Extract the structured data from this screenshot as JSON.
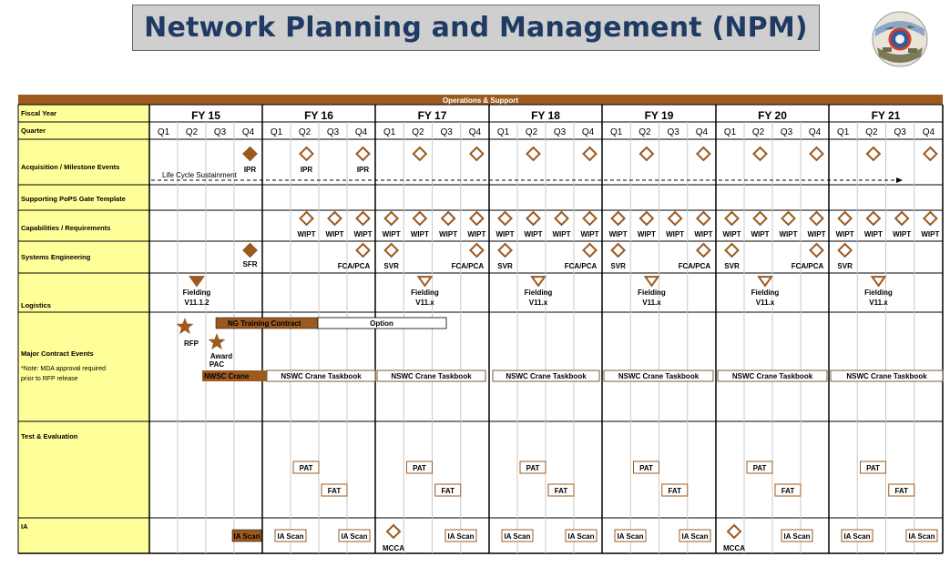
{
  "title": "Network Planning and Management (NPM)",
  "colors": {
    "brown": "#9c5a1f",
    "yellow": "#ffff99",
    "navy": "#1f3a63",
    "grid": "#c8c8c8"
  },
  "header_band": "Operations & Support",
  "row_labels": {
    "fiscal_year": "Fiscal Year",
    "quarter": "Quarter",
    "acquisition": "Acquisition / Milestone Events",
    "pops": "Supporting PoPS Gate Template",
    "capabilities": "Capabilities / Requirements",
    "systems_eng": "Systems Engineering",
    "logistics": "Logistics",
    "contract": "Major Contract Events",
    "contract_note": "*Note: MDA approval required prior to RFP release",
    "test_eval": "Test & Evaluation",
    "ia": "IA"
  },
  "fiscal_years": [
    "FY 15",
    "FY 16",
    "FY 17",
    "FY 18",
    "FY 19",
    "FY 20",
    "FY 21"
  ],
  "quarters": [
    "Q1",
    "Q2",
    "Q3",
    "Q4"
  ],
  "lifecycle_label": "Life  Cycle  Sustainment",
  "acquisition_events": [
    {
      "fy": 0,
      "q": 3,
      "label": "IPR",
      "filled": true
    },
    {
      "fy": 1,
      "q": 1,
      "label": "IPR",
      "filled": false
    },
    {
      "fy": 1,
      "q": 3,
      "label": "IPR",
      "filled": false
    },
    {
      "fy": 2,
      "q": 1,
      "label": "",
      "filled": false
    },
    {
      "fy": 2,
      "q": 3,
      "label": "",
      "filled": false
    },
    {
      "fy": 3,
      "q": 1,
      "label": "",
      "filled": false
    },
    {
      "fy": 3,
      "q": 3,
      "label": "",
      "filled": false
    },
    {
      "fy": 4,
      "q": 1,
      "label": "",
      "filled": false
    },
    {
      "fy": 4,
      "q": 3,
      "label": "",
      "filled": false
    },
    {
      "fy": 5,
      "q": 1,
      "label": "",
      "filled": false
    },
    {
      "fy": 5,
      "q": 3,
      "label": "",
      "filled": false
    },
    {
      "fy": 6,
      "q": 1,
      "label": "",
      "filled": false
    },
    {
      "fy": 6,
      "q": 3,
      "label": "",
      "filled": false
    }
  ],
  "wipt_label": "WIPT",
  "systems_events": [
    {
      "fy": 0,
      "q": 3,
      "label": "SFR",
      "filled": true
    },
    {
      "fy": 1,
      "q": 3,
      "label": "FCA/PCA",
      "filled": false
    },
    {
      "fy": 2,
      "q": 0,
      "label": "SVR",
      "filled": false
    },
    {
      "fy": 2,
      "q": 3,
      "label": "FCA/PCA",
      "filled": false
    },
    {
      "fy": 3,
      "q": 0,
      "label": "SVR",
      "filled": false
    },
    {
      "fy": 3,
      "q": 3,
      "label": "FCA/PCA",
      "filled": false
    },
    {
      "fy": 4,
      "q": 0,
      "label": "SVR",
      "filled": false
    },
    {
      "fy": 4,
      "q": 3,
      "label": "FCA/PCA",
      "filled": false
    },
    {
      "fy": 5,
      "q": 0,
      "label": "SVR",
      "filled": false
    },
    {
      "fy": 5,
      "q": 3,
      "label": "FCA/PCA",
      "filled": false
    },
    {
      "fy": 6,
      "q": 0,
      "label": "SVR",
      "filled": false
    }
  ],
  "logistics_events": [
    {
      "fy": 0,
      "label1": "Fielding",
      "label2": "V11.1.2",
      "filled": true
    },
    {
      "fy": 2,
      "label1": "Fielding",
      "label2": "V11.x",
      "filled": false
    },
    {
      "fy": 3,
      "label1": "Fielding",
      "label2": "V11.x",
      "filled": false
    },
    {
      "fy": 4,
      "label1": "Fielding",
      "label2": "V11.x",
      "filled": false
    },
    {
      "fy": 5,
      "label1": "Fielding",
      "label2": "V11.x",
      "filled": false
    },
    {
      "fy": 6,
      "label1": "Fielding",
      "label2": "V11.x",
      "filled": false
    }
  ],
  "contract": {
    "rfp": "RFP",
    "award1": "Award",
    "award2": "PAC",
    "ng_training": "NG  Training  Contract",
    "option": "Option",
    "nswc_crane": "NWSC Crane",
    "taskbook": "NSWC Crane Taskbook"
  },
  "test_labels": {
    "pat": "PAT",
    "fat": "FAT"
  },
  "ia_scan": "IA Scan",
  "mcca": "MCCA",
  "ia_events": [
    {
      "fy": 0,
      "type": "scan-filled"
    },
    {
      "fy": 1,
      "type": "scan2"
    },
    {
      "fy": 2,
      "type": "mcca"
    },
    {
      "fy": 3,
      "type": "scan2"
    },
    {
      "fy": 4,
      "type": "scan2"
    },
    {
      "fy": 5,
      "type": "mcca"
    },
    {
      "fy": 6,
      "type": "scan2"
    }
  ]
}
